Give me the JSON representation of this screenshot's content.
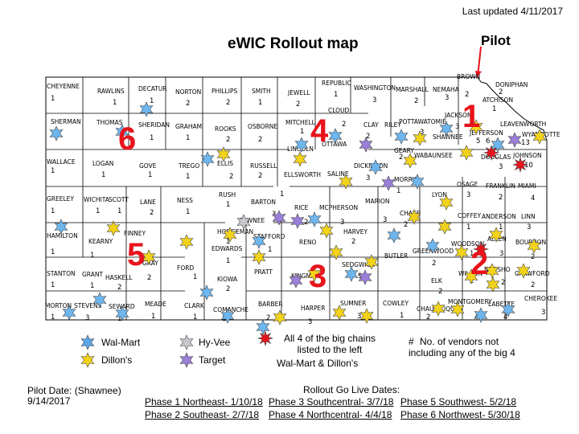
{
  "header": {
    "updated": "Last updated 4/11/2017",
    "title": "eWIC Rollout map",
    "pilot_label": "Pilot"
  },
  "phase_numbers": [
    "6",
    "5",
    "4",
    "3",
    "2",
    "1"
  ],
  "counties": [
    {
      "name": "CHEYENNE",
      "count": "1"
    },
    {
      "name": "RAWLINS",
      "count": "1"
    },
    {
      "name": "DECATUR",
      "count": "1"
    },
    {
      "name": "NORTON",
      "count": "2"
    },
    {
      "name": "PHILLIPS",
      "count": "2"
    },
    {
      "name": "SMITH",
      "count": "1"
    },
    {
      "name": "JEWELL",
      "count": "2"
    },
    {
      "name": "REPUBLIC",
      "count": "1"
    },
    {
      "name": "WASHINGTON",
      "count": "3"
    },
    {
      "name": "MARSHALL",
      "count": "2"
    },
    {
      "name": "NEMAHA",
      "count": "3"
    },
    {
      "name": "BROWN",
      "count": "2"
    },
    {
      "name": "DONIPHAN",
      "count": "2"
    },
    {
      "name": "ATCHISON",
      "count": "1"
    },
    {
      "name": "SHERMAN",
      "count": ""
    },
    {
      "name": "THOMAS",
      "count": ""
    },
    {
      "name": "SHERIDAN",
      "count": "1"
    },
    {
      "name": "GRAHAM",
      "count": "1"
    },
    {
      "name": "ROOKS",
      "count": "2"
    },
    {
      "name": "OSBORNE",
      "count": "2"
    },
    {
      "name": "MITCHELL",
      "count": "1"
    },
    {
      "name": "CLOUD",
      "count": "2"
    },
    {
      "name": "CLAY",
      "count": "2"
    },
    {
      "name": "RILEY",
      "count": ""
    },
    {
      "name": "POTTAWATOMIE",
      "count": "3"
    },
    {
      "name": "JACKSON",
      "count": "3"
    },
    {
      "name": "JEFFERSON",
      "count": ""
    },
    {
      "name": "LEAVENWORTH",
      "count": "6"
    },
    {
      "name": "WYANDOTTE",
      "count": "13"
    },
    {
      "name": "WALLACE",
      "count": "1"
    },
    {
      "name": "LOGAN",
      "count": "1"
    },
    {
      "name": "GOVE",
      "count": "1"
    },
    {
      "name": "TREGO",
      "count": "1"
    },
    {
      "name": "ELLIS",
      "count": "2"
    },
    {
      "name": "RUSSELL",
      "count": "2"
    },
    {
      "name": "LINCOLN",
      "count": "1"
    },
    {
      "name": "OTTAWA",
      "count": "1"
    },
    {
      "name": "DICKINSON",
      "count": "3"
    },
    {
      "name": "GEARY",
      "count": "2"
    },
    {
      "name": "WABAUNSEE",
      "count": ""
    },
    {
      "name": "SHAWNEE",
      "count": "5"
    },
    {
      "name": "DOUGLAS",
      "count": "3"
    },
    {
      "name": "JOHNSON",
      "count": "10"
    },
    {
      "name": "ELLSWORTH",
      "count": "1"
    },
    {
      "name": "SALINE",
      "count": ""
    },
    {
      "name": "MORRIS",
      "count": "1"
    },
    {
      "name": "LYON",
      "count": "1"
    },
    {
      "name": "OSAGE",
      "count": "3"
    },
    {
      "name": "FRANKLIN",
      "count": "2"
    },
    {
      "name": "MIAMI",
      "count": "4"
    },
    {
      "name": "GREELEY",
      "count": "1"
    },
    {
      "name": "WICHITA",
      "count": "1"
    },
    {
      "name": "SCOTT",
      "count": "1"
    },
    {
      "name": "LANE",
      "count": "2"
    },
    {
      "name": "NESS",
      "count": "1"
    },
    {
      "name": "RUSH",
      "count": "1"
    },
    {
      "name": "BARTON",
      "count": "3"
    },
    {
      "name": "RICE",
      "count": "2"
    },
    {
      "name": "MCPHERSON",
      "count": "3"
    },
    {
      "name": "MARION",
      "count": "3"
    },
    {
      "name": "CHASE",
      "count": "2"
    },
    {
      "name": "COFFEY",
      "count": "1"
    },
    {
      "name": "ANDERSON",
      "count": "1"
    },
    {
      "name": "LINN",
      "count": "3"
    },
    {
      "name": "HAMILTON",
      "count": "1"
    },
    {
      "name": "KEARNY",
      "count": "1"
    },
    {
      "name": "FINNEY",
      "count": ""
    },
    {
      "name": "HODGEMAN",
      "count": "1"
    },
    {
      "name": "PAWNEE",
      "count": ""
    },
    {
      "name": "STAFFORD",
      "count": "1"
    },
    {
      "name": "RENO",
      "count": ""
    },
    {
      "name": "HARVEY",
      "count": "2"
    },
    {
      "name": "BUTLER",
      "count": "2"
    },
    {
      "name": "GREENWOOD",
      "count": ""
    },
    {
      "name": "WOODSON",
      "count": "1"
    },
    {
      "name": "ALLEN",
      "count": "3"
    },
    {
      "name": "BOURBON",
      "count": "2"
    },
    {
      "name": "EDWARDS",
      "count": "1"
    },
    {
      "name": "GRAY",
      "count": "2"
    },
    {
      "name": "FORD",
      "count": "1"
    },
    {
      "name": "PRATT",
      "count": ""
    },
    {
      "name": "KINGMAN",
      "count": "1"
    },
    {
      "name": "SEDGWICK",
      "count": "9"
    },
    {
      "name": "STANTON",
      "count": "1"
    },
    {
      "name": "GRANT",
      "count": "1"
    },
    {
      "name": "HASKELL",
      "count": "2"
    },
    {
      "name": "KIOWA",
      "count": "2"
    },
    {
      "name": "ELK",
      "count": "2"
    },
    {
      "name": "WILSON",
      "count": "2"
    },
    {
      "name": "NEOSHO",
      "count": "2"
    },
    {
      "name": "CRAWFORD",
      "count": "2"
    },
    {
      "name": "MORTON",
      "count": "1"
    },
    {
      "name": "STEVENS",
      "count": "3"
    },
    {
      "name": "SEWARD",
      "count": "1"
    },
    {
      "name": "MEADE",
      "count": "1"
    },
    {
      "name": "CLARK",
      "count": "1"
    },
    {
      "name": "COMANCHE",
      "count": "1"
    },
    {
      "name": "BARBER",
      "count": "2"
    },
    {
      "name": "HARPER",
      "count": "3"
    },
    {
      "name": "SUMNER",
      "count": "3"
    },
    {
      "name": "COWLEY",
      "count": "1"
    },
    {
      "name": "CHAUTAUQUA",
      "count": "2"
    },
    {
      "name": "MONTGOMERY",
      "count": "4"
    },
    {
      "name": "LABETTE",
      "count": "4"
    },
    {
      "name": "CHEROKEE",
      "count": "3"
    }
  ],
  "legend": {
    "walmart": "Wal-Mart",
    "hyvee": "Hy-Vee",
    "dillons": "Dillon's",
    "target": "Target",
    "all4_line1": "All 4 of the big chains",
    "all4_line2": "listed to the left",
    "all4_line3": "Wal-Mart & Dillon's",
    "vendor_hash": "#",
    "vendor_note": "No. of vendors not including any of the big 4",
    "colors": {
      "walmart": "#5aa7e6",
      "hyvee": "#c7c9cc",
      "dillons": "#5aa7e6",
      "target": "#9b7fd9",
      "all4": "#e8131b",
      "star_yellow": "#f3d31a",
      "star_blue": "#6eb6ee",
      "star_purple": "#9b7fd9",
      "star_gray": "#c7c9cc"
    }
  },
  "footer": {
    "pilot_date_l1": "Pilot Date: (Shawnee)",
    "pilot_date_l2": "9/14/2017",
    "golive_title": "Rollout Go Live Dates:",
    "phase1": "Phase 1 Northeast- 1/10/18",
    "phase2": "Phase 2 Southeast- 2/7/18",
    "phase3": "Phase 3 Southcentral- 3/7/18",
    "phase4": "Phase 4 Northcentral- 4/4/18",
    "phase5": "Phase 5 Southwest- 5/2/18",
    "phase6": "Phase 6 Northwest- 5/30/18"
  }
}
